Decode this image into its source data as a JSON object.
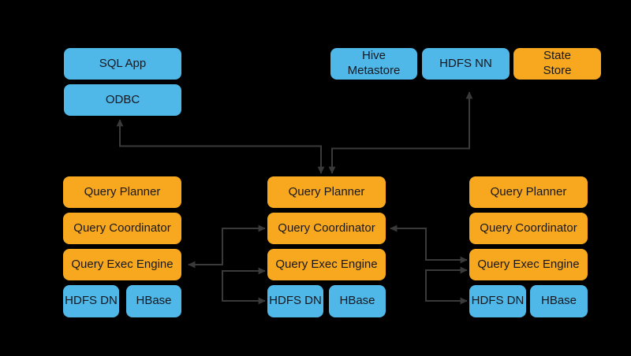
{
  "colors": {
    "background": "#000000",
    "client_blue": "#4FB8E8",
    "impala_orange": "#F7A81E",
    "arrow_gray": "#3A3A3A",
    "box_text": "#17171E"
  },
  "clients": {
    "sql_app": {
      "label": "SQL App"
    },
    "odbc": {
      "label": "ODBC"
    }
  },
  "services": {
    "hive_metastore": {
      "label": "Hive\nMetastore"
    },
    "hdfs_nn": {
      "label": "HDFS NN"
    },
    "state_store": {
      "label": "State\nStore"
    }
  },
  "impalads": [
    {
      "planner": "Query Planner",
      "coordinator": "Query Coordinator",
      "exec_engine": "Query Exec Engine",
      "hdfs_dn": "HDFS DN",
      "hbase": "HBase"
    },
    {
      "planner": "Query Planner",
      "coordinator": "Query Coordinator",
      "exec_engine": "Query Exec Engine",
      "hdfs_dn": "HDFS DN",
      "hbase": "HBase"
    },
    {
      "planner": "Query Planner",
      "coordinator": "Query Coordinator",
      "exec_engine": "Query Exec Engine",
      "hdfs_dn": "HDFS DN",
      "hbase": "HBase"
    }
  ],
  "connections": [
    {
      "between": [
        "odbc",
        "query-planner-middle"
      ],
      "arrows": "both-ends"
    },
    {
      "between": [
        "query-planner-middle",
        "hdfs-nn"
      ],
      "arrows": "both-ends"
    },
    {
      "between": [
        "query-exec-engine-left",
        "query-coordinator-middle"
      ],
      "arrows": "both-ends"
    },
    {
      "between": [
        "junction-left",
        "query-exec-engine-middle"
      ],
      "arrows": "into-box"
    },
    {
      "between": [
        "junction-left",
        "hdfs-dn-middle"
      ],
      "arrows": "into-box"
    },
    {
      "between": [
        "query-coordinator-middle",
        "query-exec-engine-right"
      ],
      "arrows": "both-ends"
    },
    {
      "between": [
        "junction-right",
        "query-exec-engine-right"
      ],
      "arrows": "into-box"
    },
    {
      "between": [
        "junction-right",
        "hdfs-dn-right"
      ],
      "arrows": "into-box"
    }
  ]
}
